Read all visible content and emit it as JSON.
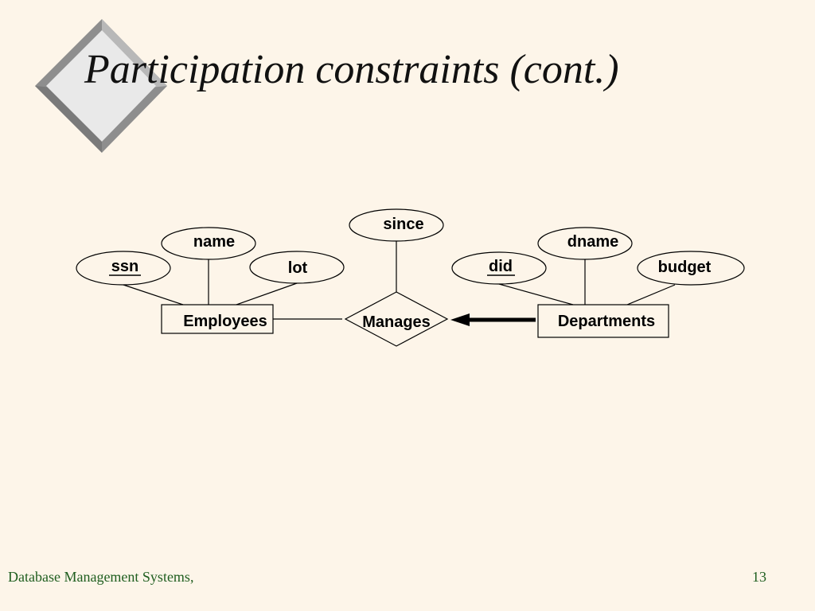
{
  "slide": {
    "title": "Participation constraints (cont.)",
    "footer_text": "Database Management Systems,",
    "page_number": "13"
  },
  "colors": {
    "background": "#fdf5e9",
    "footer": "#1f5e1f",
    "diagram_stroke": "#000000"
  },
  "diagram": {
    "entities": {
      "employees": "Employees",
      "departments": "Departments"
    },
    "relationship": "Manages",
    "attributes": {
      "ssn": "ssn",
      "name": "name",
      "lot": "lot",
      "since": "since",
      "did": "did",
      "dname": "dname",
      "budget": "budget"
    },
    "key_attributes": [
      "ssn",
      "did"
    ],
    "constraint": "Departments participates in Manages with a key and total participation constraint (thick arrow)"
  }
}
